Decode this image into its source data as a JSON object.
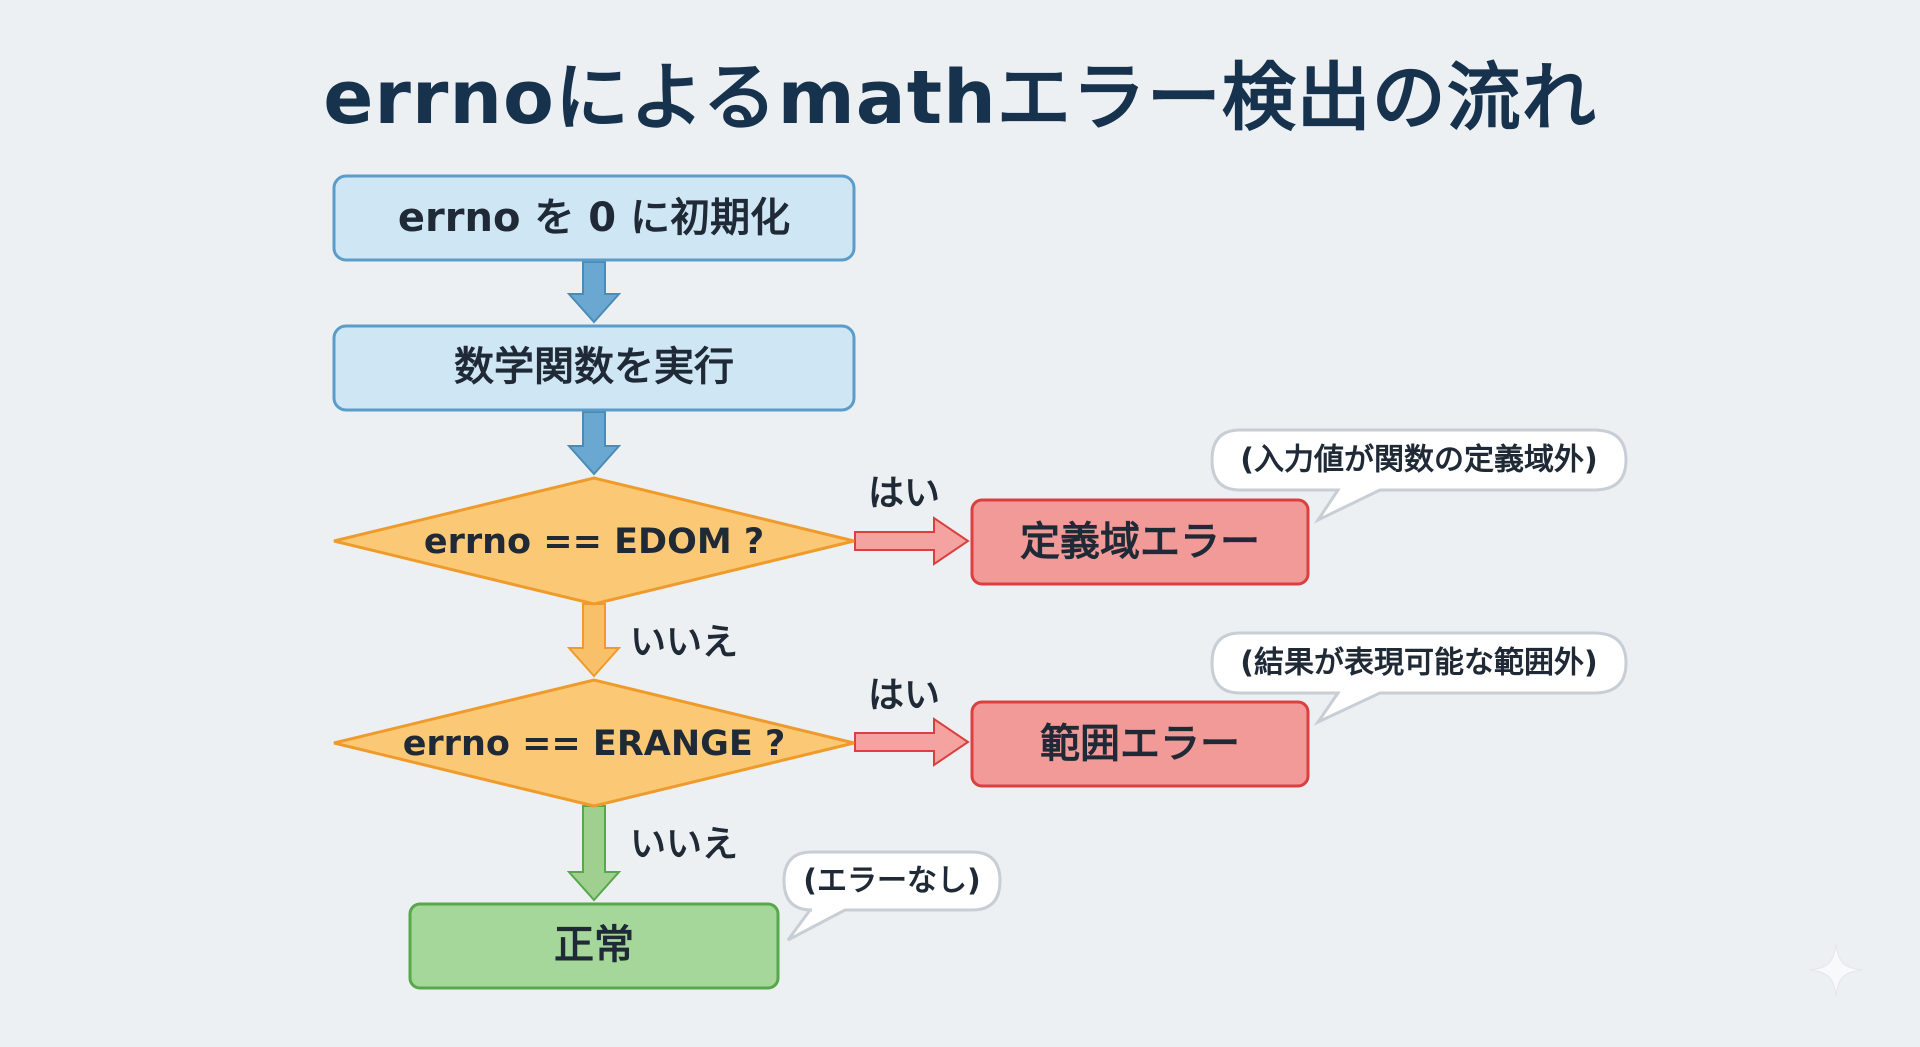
{
  "title": "errnoによるmathエラー検出の流れ",
  "nodes": {
    "init": "errno を 0 に初期化",
    "run": "数学関数を実行",
    "check_edom": "errno == EDOM ?",
    "check_erange": "errno == ERANGE ?",
    "domain_error": "定義域エラー",
    "range_error": "範囲エラー",
    "normal": "正常"
  },
  "edge_labels": {
    "yes_edom": "はい",
    "no_edom": "いいえ",
    "yes_erange": "はい",
    "no_erange": "いいえ"
  },
  "callouts": {
    "domain_note": "(入力値が関数の定義域外)",
    "range_note": "(結果が表現可能な範囲外)",
    "normal_note": "(エラーなし)"
  },
  "colors": {
    "process_fill": "#cfe6f5",
    "process_stroke": "#5b9cc9",
    "decision_fill": "#fbc976",
    "decision_stroke": "#ef9b2c",
    "error_fill": "#f29a98",
    "error_stroke": "#d9403f",
    "ok_fill": "#a6d79a",
    "ok_stroke": "#56a84a",
    "title_color": "#17324d"
  }
}
